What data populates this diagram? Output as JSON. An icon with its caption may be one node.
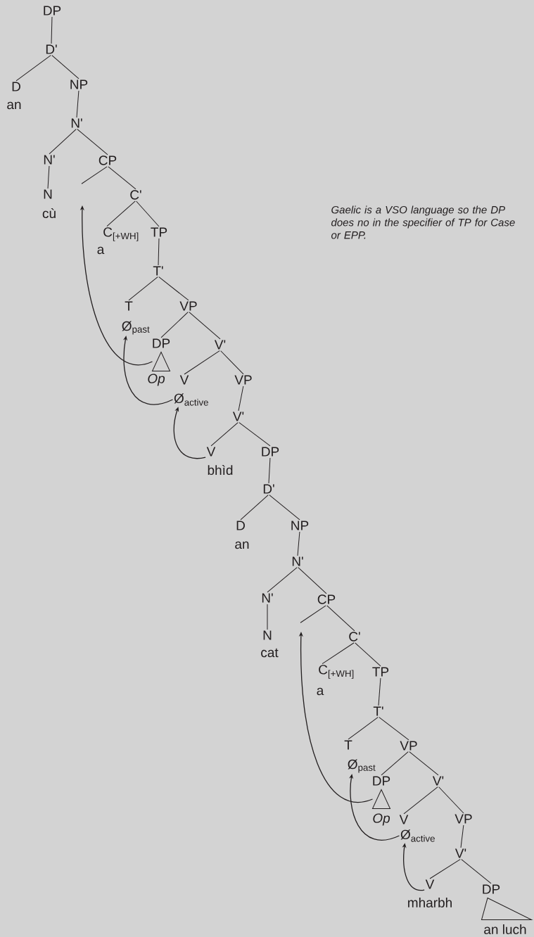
{
  "diagram": {
    "nodes": [
      {
        "text": [
          "DP"
        ]
      },
      {
        "text": [
          "D'"
        ]
      },
      {
        "text": [
          "D"
        ]
      },
      {
        "text": [
          "an"
        ]
      },
      {
        "text": [
          "NP"
        ]
      },
      {
        "text": [
          "N'"
        ]
      },
      {
        "text": [
          "N'"
        ]
      },
      {
        "text": [
          "N"
        ]
      },
      {
        "text": [
          "cù"
        ]
      },
      {
        "text": [
          "CP"
        ]
      },
      {
        "text": [
          "C'"
        ]
      },
      {
        "text": [
          "C$_{[+WH]}$"
        ]
      },
      {
        "text": [
          "a"
        ]
      },
      {
        "text": [
          "TP"
        ]
      },
      {
        "text": [
          "T'"
        ]
      },
      {
        "text": [
          "T"
        ]
      },
      {
        "text": [
          "Ø$_{past}$"
        ]
      },
      {
        "text": [
          "VP"
        ]
      },
      {
        "text": [
          "DP"
        ]
      },
      {
        "text": [],
        "shape": "triangle"
      },
      {
        "text": [
          "Op"
        ]
      },
      {
        "text": [
          "V'"
        ]
      },
      {
        "text": [
          "V"
        ]
      },
      {
        "text": [
          "Ø$_{active}$"
        ]
      },
      {
        "text": [
          "VP"
        ]
      },
      {
        "text": [
          "V'"
        ]
      },
      {
        "text": [
          "V"
        ]
      },
      {
        "text": [
          "bhìd"
        ]
      },
      {
        "text": [
          "DP"
        ]
      },
      {
        "text": [
          "D'"
        ]
      },
      {
        "text": [
          "D"
        ]
      },
      {
        "text": [
          "an"
        ]
      },
      {
        "text": [
          "NP"
        ]
      },
      {
        "text": [
          "N'"
        ]
      },
      {
        "text": [
          "N'"
        ]
      },
      {
        "text": [
          "N"
        ]
      },
      {
        "text": [
          "cat"
        ]
      },
      {
        "text": [
          "CP"
        ]
      },
      {
        "text": [
          "C'"
        ]
      },
      {
        "text": [
          "C$_{[+WH]}$"
        ]
      },
      {
        "text": [
          "a"
        ]
      },
      {
        "text": [
          "TP"
        ]
      },
      {
        "text": [
          "T'"
        ]
      },
      {
        "text": [
          "T"
        ]
      },
      {
        "text": [
          "Ø$_{past}$"
        ]
      },
      {
        "text": [
          "VP"
        ]
      },
      {
        "text": [
          "DP"
        ]
      },
      {
        "text": [],
        "shape": "triangle"
      },
      {
        "text": [
          "Op"
        ]
      },
      {
        "text": [
          "V'"
        ]
      },
      {
        "text": [
          "V"
        ]
      },
      {
        "text": [
          "Ø$_{active}$"
        ]
      },
      {
        "text": [
          "VP"
        ]
      },
      {
        "text": [
          "V'"
        ]
      },
      {
        "text": [
          "V"
        ]
      },
      {
        "text": [
          "mharbh"
        ]
      },
      {
        "text": [
          "DP"
        ]
      },
      {
        "text": [],
        "shape": "triangle"
      },
      {
        "text": [
          "an luch"
        ]
      }
    ],
    "edges": [
      {
        "from": 0,
        "to": 1,
        "arrow": "none"
      },
      {
        "from": 1,
        "to": 2,
        "arrow": "none"
      },
      {
        "from": 1,
        "to": 4,
        "arrow": "none"
      },
      {
        "from": 4,
        "to": 5,
        "arrow": "none"
      },
      {
        "from": 5,
        "to": 6,
        "arrow": "none"
      },
      {
        "from": 5,
        "to": 9,
        "arrow": "none"
      },
      {
        "from": 6,
        "to": 7,
        "arrow": "none"
      },
      {
        "from": 9,
        "to": null,
        "arrow": "none"
      },
      {
        "from": 9,
        "to": 10,
        "arrow": "none"
      },
      {
        "from": 10,
        "to": 11,
        "arrow": "none"
      },
      {
        "from": 10,
        "to": 13,
        "arrow": "none"
      },
      {
        "from": 13,
        "to": 14,
        "arrow": "none"
      },
      {
        "from": 14,
        "to": 15,
        "arrow": "none"
      },
      {
        "from": 14,
        "to": 17,
        "arrow": "none"
      },
      {
        "from": 17,
        "to": 18,
        "arrow": "none"
      },
      {
        "from": 17,
        "to": 21,
        "arrow": "none"
      },
      {
        "from": 21,
        "to": 22,
        "arrow": "none"
      },
      {
        "from": 21,
        "to": 24,
        "arrow": "none"
      },
      {
        "from": 24,
        "to": 25,
        "arrow": "none"
      },
      {
        "from": 25,
        "to": 26,
        "arrow": "none"
      },
      {
        "from": 25,
        "to": 28,
        "arrow": "none"
      },
      {
        "from": 28,
        "to": 29,
        "arrow": "none"
      },
      {
        "from": 29,
        "to": 30,
        "arrow": "none"
      },
      {
        "from": 29,
        "to": 32,
        "arrow": "none"
      },
      {
        "from": 32,
        "to": 33,
        "arrow": "none"
      },
      {
        "from": 33,
        "to": 34,
        "arrow": "none"
      },
      {
        "from": 33,
        "to": 37,
        "arrow": "none"
      },
      {
        "from": 34,
        "to": 35,
        "arrow": "none"
      },
      {
        "from": 37,
        "to": null,
        "arrow": "none"
      },
      {
        "from": 37,
        "to": 38,
        "arrow": "none"
      },
      {
        "from": 38,
        "to": 39,
        "arrow": "none"
      },
      {
        "from": 38,
        "to": 41,
        "arrow": "none"
      },
      {
        "from": 41,
        "to": 42,
        "arrow": "none"
      },
      {
        "from": 42,
        "to": 43,
        "arrow": "none"
      },
      {
        "from": 42,
        "to": 45,
        "arrow": "none"
      },
      {
        "from": 45,
        "to": 46,
        "arrow": "none"
      },
      {
        "from": 45,
        "to": 49,
        "arrow": "none"
      },
      {
        "from": 49,
        "to": 50,
        "arrow": "none"
      },
      {
        "from": 49,
        "to": 52,
        "arrow": "none"
      },
      {
        "from": 52,
        "to": 53,
        "arrow": "none"
      },
      {
        "from": 53,
        "to": 54,
        "arrow": "none"
      },
      {
        "from": 53,
        "to": 56,
        "arrow": "none"
      },
      {
        "from": 19,
        "to": null,
        "arrow": "to"
      },
      {
        "from": 23,
        "to": 16,
        "arrow": "to"
      },
      {
        "from": 26,
        "to": 23,
        "arrow": "to"
      },
      {
        "from": 47,
        "to": null,
        "arrow": "to"
      },
      {
        "from": 51,
        "to": 44,
        "arrow": "to"
      },
      {
        "from": 54,
        "to": 51,
        "arrow": "to"
      }
    ],
    "labels": [
      "Gaelic is a VSO language so the DP does no in the specifier of TP for Case or EPP."
    ]
  }
}
